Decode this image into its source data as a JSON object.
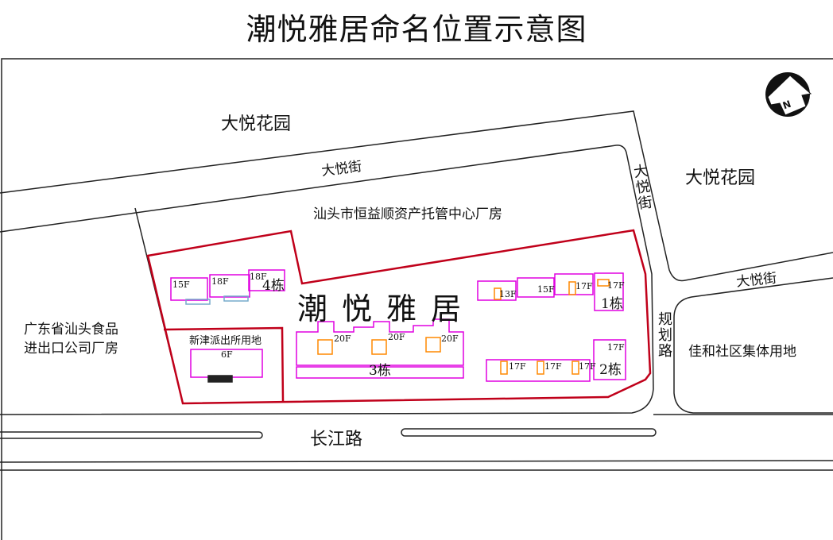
{
  "title": "潮悦雅居命名位置示意图",
  "project_name": "潮悦雅居",
  "compass": {
    "icon": "north-arrow-icon",
    "label": "N"
  },
  "areas": {
    "dayue_garden_left": "大悦花园",
    "dayue_garden_right": "大悦花园",
    "factory_north": "汕头市恒益顺资产托管中心厂房",
    "factory_west_line1": "广东省汕头食品",
    "factory_west_line2": "进出口公司厂房",
    "jiahe_land": "佳和社区集体用地",
    "police_land": "新津派出所用地"
  },
  "roads": {
    "dayue_street_top": "大悦街",
    "dayue_street_vertical": "大悦街",
    "dayue_street_right": "大悦街",
    "planned_road": "规划路",
    "changjiang_road": "长江路"
  },
  "buildings": {
    "b4": {
      "name": "4栋",
      "floors": [
        "15F",
        "18F",
        "18F"
      ]
    },
    "b3": {
      "name": "3栋",
      "floors": [
        "20F",
        "20F",
        "20F"
      ]
    },
    "b1": {
      "name": "1栋",
      "floors": [
        "13F",
        "15F",
        "17F",
        "17F"
      ]
    },
    "b2": {
      "name": "2栋",
      "floors": [
        "17F",
        "17F",
        "17F",
        "17F"
      ]
    },
    "police": {
      "floors": "6F"
    }
  },
  "colors": {
    "boundary": "#c0001a",
    "building": "#e000e0",
    "line": "#222222"
  }
}
